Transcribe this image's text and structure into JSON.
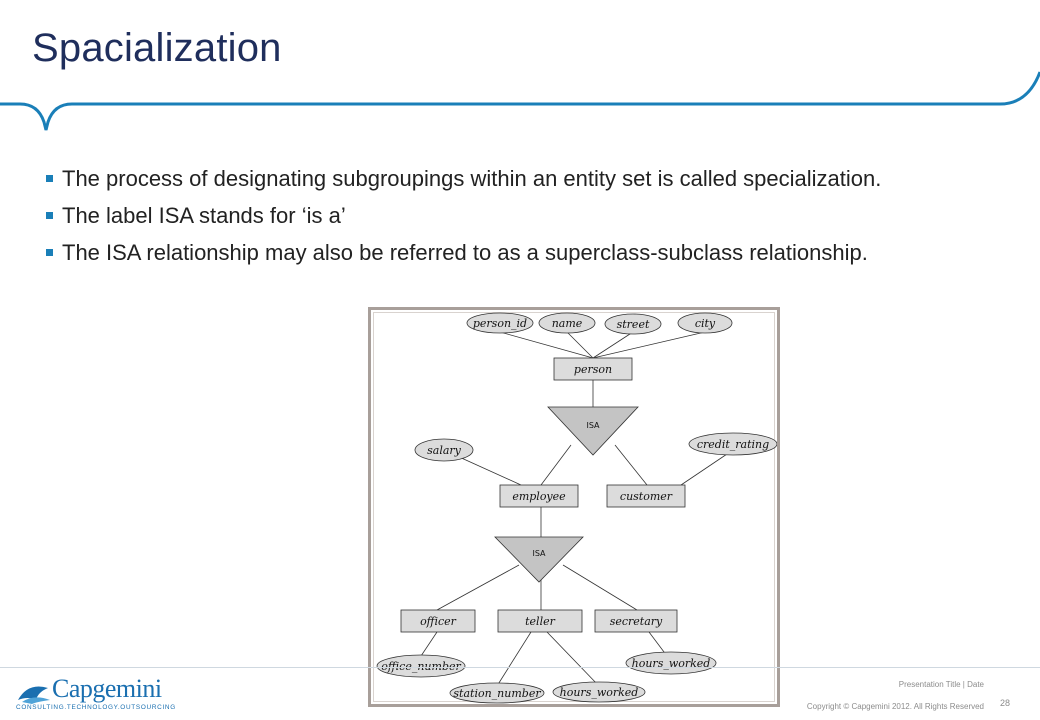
{
  "slide": {
    "title": "Spacialization",
    "bullets": [
      "The process of designating subgroupings within an entity set is called specialization.",
      "The label ISA stands for ‘is a’",
      "The ISA relationship may also be referred to as a superclass-subclass relationship."
    ],
    "accent_color": "#1a7fb8",
    "title_color": "#1f2e5c"
  },
  "diagram": {
    "attributes_top": [
      "person_id",
      "name",
      "street",
      "city"
    ],
    "entities": {
      "person": "person",
      "employee": "employee",
      "customer": "customer",
      "officer": "officer",
      "teller": "teller",
      "secretary": "secretary"
    },
    "isa_labels": [
      "ISA",
      "ISA"
    ],
    "attributes_mid": {
      "salary": "salary",
      "credit_rating": "credit_rating"
    },
    "attributes_bottom": {
      "office_number": "office_number",
      "station_number": "station_number",
      "hours_worked_teller": "hours_worked",
      "hours_worked_secretary": "hours_worked"
    }
  },
  "footer": {
    "logo_text": "Capgemini",
    "logo_tagline": "CONSULTING.TECHNOLOGY.OUTSOURCING",
    "presentation_meta": "Presentation Title | Date",
    "copyright": "Copyright © Capgemini 2012. All Rights Reserved",
    "page_number": "28"
  }
}
